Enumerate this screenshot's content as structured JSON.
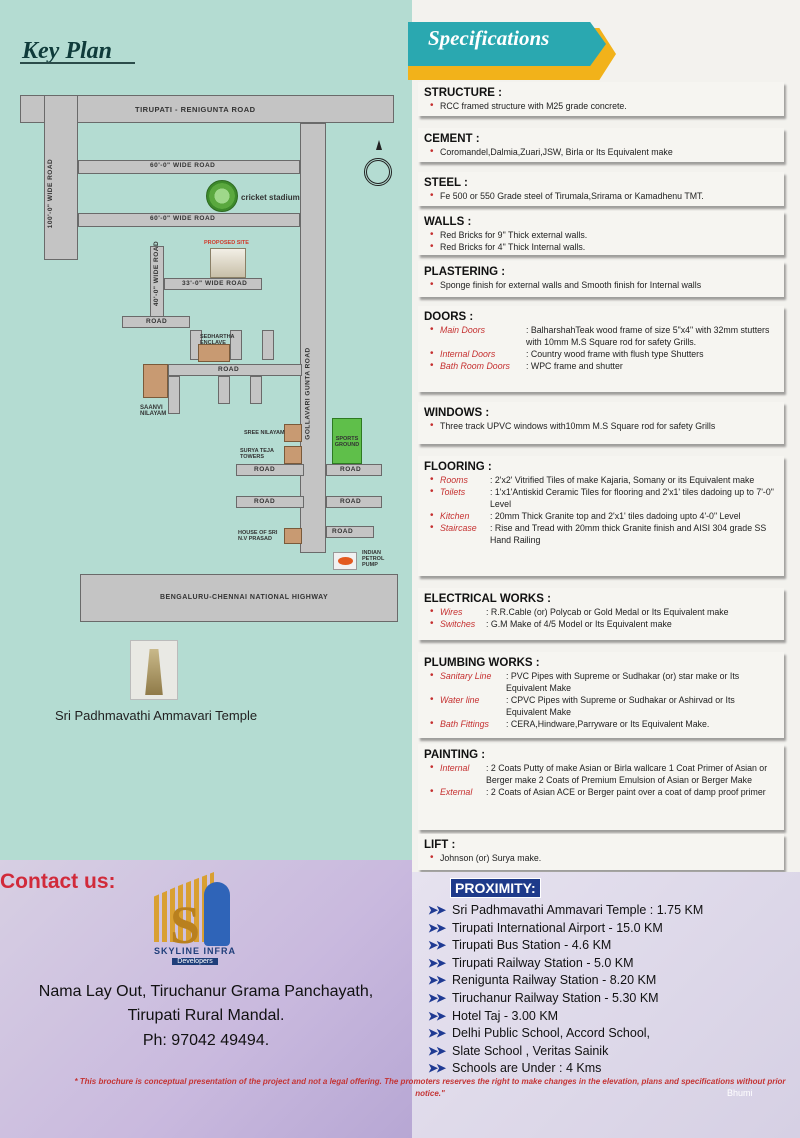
{
  "key_plan": {
    "title": "Key Plan",
    "roads": {
      "top": "TIRUPATI - RENIGUNTA ROAD",
      "left_vertical": "100'-0\" WIDE ROAD",
      "r1": "60'-0\" WIDE ROAD",
      "r2": "60'-0\" WIDE ROAD",
      "r3": "33'-0\" WIDE ROAD",
      "v40": "40'-0\" WIDE ROAD",
      "gollavari": "GOLLAVARI GUNTA ROAD",
      "road": "ROAD",
      "highway": "BENGALURU-CHENNAI NATIONAL HIGHWAY"
    },
    "places": {
      "stadium": "cricket stadium",
      "site": "PROPOSED SITE",
      "enclave": "SEDHARTHA ENCLAVE",
      "saanvi": "SAANVI NILAYAM",
      "sree": "SREE NILAYAM",
      "surya": "SURYA TEJA TOWERS",
      "sports": "SPORTS GROUND",
      "house": "HOUSE OF SRI N.V PRASAD",
      "petrol": "INDIAN PETROL PUMP"
    },
    "temple_caption": "Sri Padhmavathi Ammavari Temple"
  },
  "contact": {
    "title": "Contact us:",
    "logo_name": "SKYLINE INFRA",
    "logo_sub": "Developers",
    "address_line1": "Nama Lay Out, Tiruchanur Grama Panchayath,",
    "address_line2": "Tirupati Rural Mandal.",
    "phone": "Ph: 97042 49494."
  },
  "specifications": {
    "title": "Specifications",
    "structure": {
      "heading": "STRUCTURE :",
      "lines": [
        "RCC framed structure with M25 grade concrete."
      ]
    },
    "cement": {
      "heading": "CEMENT :",
      "lines": [
        "Coromandel,Dalmia,Zuari,JSW, Birla or Its Equivalent make"
      ]
    },
    "steel": {
      "heading": "STEEL :",
      "lines": [
        "Fe 500 or 550 Grade steel of Tirumala,Srirama or Kamadhenu TMT."
      ]
    },
    "walls": {
      "heading": "WALLS :",
      "lines": [
        "Red Bricks for 9\" Thick external walls.",
        "Red Bricks for 4\" Thick Internal walls."
      ]
    },
    "plastering": {
      "heading": "PLASTERING :",
      "lines": [
        "Sponge finish for external walls and Smooth finish for Internal walls"
      ]
    },
    "doors": {
      "heading": "DOORS :",
      "items": [
        {
          "k": "Main Doors",
          "v": ": BalharshahTeak wood frame of size 5\"x4\" with 32mm stutters with 10mm M.S Square rod for safety Grills."
        },
        {
          "k": "Internal Doors",
          "v": ": Country wood frame with flush type Shutters"
        },
        {
          "k": "Bath Room Doors",
          "v": ": WPC frame and shutter"
        }
      ]
    },
    "windows": {
      "heading": "WINDOWS :",
      "lines": [
        "Three track UPVC windows with10mm M.S Square rod for safety Grills"
      ]
    },
    "flooring": {
      "heading": "FLOORING :",
      "items": [
        {
          "k": "Rooms",
          "v": ": 2'x2' Vitrified Tiles of make Kajaria, Somany or its Equivalent make"
        },
        {
          "k": "Toilets",
          "v": ": 1'x1'Antiskid Ceramic Tiles for flooring and 2'x1' tiles dadoing up to 7'-0\" Level"
        },
        {
          "k": "Kitchen",
          "v": ": 20mm Thick Granite top and 2'x1' tiles dadoing upto 4'-0\" Level"
        },
        {
          "k": "Staircase",
          "v": ": Rise and Tread with 20mm thick Granite finish and AISI 304 grade SS Hand Railing"
        }
      ]
    },
    "electrical": {
      "heading": "ELECTRICAL WORKS :",
      "items": [
        {
          "k": "Wires",
          "v": ": R.R.Cable (or) Polycab or Gold Medal or Its Equivalent make"
        },
        {
          "k": "Switches",
          "v": ": G.M Make of 4/5 Model or Its Equivalent make"
        }
      ]
    },
    "plumbing": {
      "heading": "PLUMBING WORKS :",
      "items": [
        {
          "k": "Sanitary Line",
          "v": ": PVC Pipes with Supreme or Sudhakar (or) star make or Its Equivalent Make"
        },
        {
          "k": "Water line",
          "v": ": CPVC Pipes with Supreme or Sudhakar or Ashirvad or Its Equivalent Make"
        },
        {
          "k": "Bath Fittings",
          "v": ": CERA,Hindware,Parryware or Its Equivalent Make."
        }
      ]
    },
    "painting": {
      "heading": "PAINTING :",
      "items": [
        {
          "k": "Internal",
          "v": ": 2 Coats Putty of make Asian or Birla wallcare 1 Coat Primer of Asian or Berger make 2 Coats of Premium Emulsion of Asian or Berger Make"
        },
        {
          "k": "External",
          "v": ": 2 Coats of Asian ACE or Berger paint over a coat of damp proof primer"
        }
      ]
    },
    "lift": {
      "heading": "LIFT :",
      "lines": [
        "Johnson (or) Surya make."
      ]
    }
  },
  "proximity": {
    "title": "PROXIMITY:",
    "items": [
      "Sri Padhmavathi Ammavari Temple : 1.75 KM",
      "Tirupati International Airport  -  15.0 KM",
      "Tirupati Bus Station - 4.6  KM",
      "Tirupati Railway Station - 5.0 KM",
      "Renigunta Railway Station - 8.20 KM",
      "Tiruchanur Railway Station - 5.30 KM",
      "Hotel Taj  -  3.00 KM",
      "Delhi Public School, Accord School,",
      "Slate School , Veritas Sainik",
      "Schools are Under : 4 Kms"
    ]
  },
  "disclaimer": "* This brochure is conceptual presentation of the project and not a legal offering. The promoters reserves the right to make changes in the elevation, plans and specifications without prior notice.\"",
  "watermark": "Bhumi",
  "colors": {
    "map_bg": "#b4dcd2",
    "accent_red": "#c53030",
    "banner": "#2aa8b0",
    "proximity_title": "#1e3a8a"
  }
}
